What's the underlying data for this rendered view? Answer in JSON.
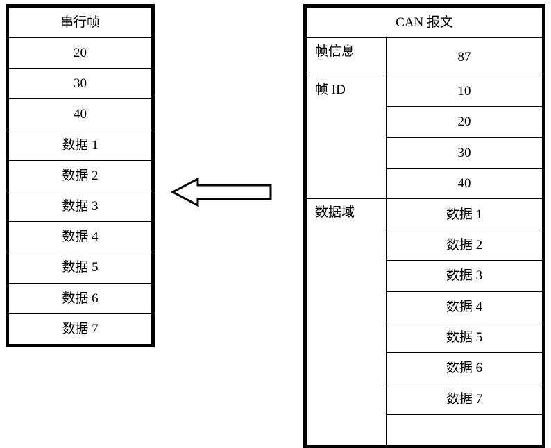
{
  "colors": {
    "orange": "#E2662C",
    "blue": "#3B4A9E",
    "line": "#000000",
    "background": "#FFFFFF"
  },
  "serial_frame": {
    "title": "串行帧",
    "rows": [
      {
        "text": "20",
        "color": "orange"
      },
      {
        "text": "30",
        "color": "orange"
      },
      {
        "text": "40",
        "color": "orange"
      },
      {
        "text": "数据 1",
        "color": "blue"
      },
      {
        "text": "数据 2",
        "color": "blue"
      },
      {
        "text": "数据 3",
        "color": "blue"
      },
      {
        "text": "数据 4",
        "color": "blue"
      },
      {
        "text": "数据 5",
        "color": "blue"
      },
      {
        "text": "数据 6",
        "color": "blue"
      },
      {
        "text": "数据 7",
        "color": "blue"
      }
    ]
  },
  "can_message": {
    "title": "CAN 报文",
    "labels": {
      "frame_info": "帧信息",
      "frame_id": "帧 ID",
      "data_field": "数据域"
    },
    "frame_info_value": "87",
    "frame_id_values": [
      {
        "text": "10",
        "color": "black"
      },
      {
        "text": "20",
        "color": "orange"
      },
      {
        "text": "30",
        "color": "orange"
      },
      {
        "text": "40",
        "color": "orange"
      }
    ],
    "data_field_values": [
      {
        "text": "数据 1",
        "color": "blue"
      },
      {
        "text": "数据 2",
        "color": "blue"
      },
      {
        "text": "数据 3",
        "color": "blue"
      },
      {
        "text": "数据 4",
        "color": "blue"
      },
      {
        "text": "数据 5",
        "color": "blue"
      },
      {
        "text": "数据 6",
        "color": "blue"
      },
      {
        "text": "数据 7",
        "color": "blue"
      },
      {
        "text": "",
        "color": "blue"
      }
    ]
  },
  "arrow": {
    "direction": "left",
    "label": ""
  }
}
